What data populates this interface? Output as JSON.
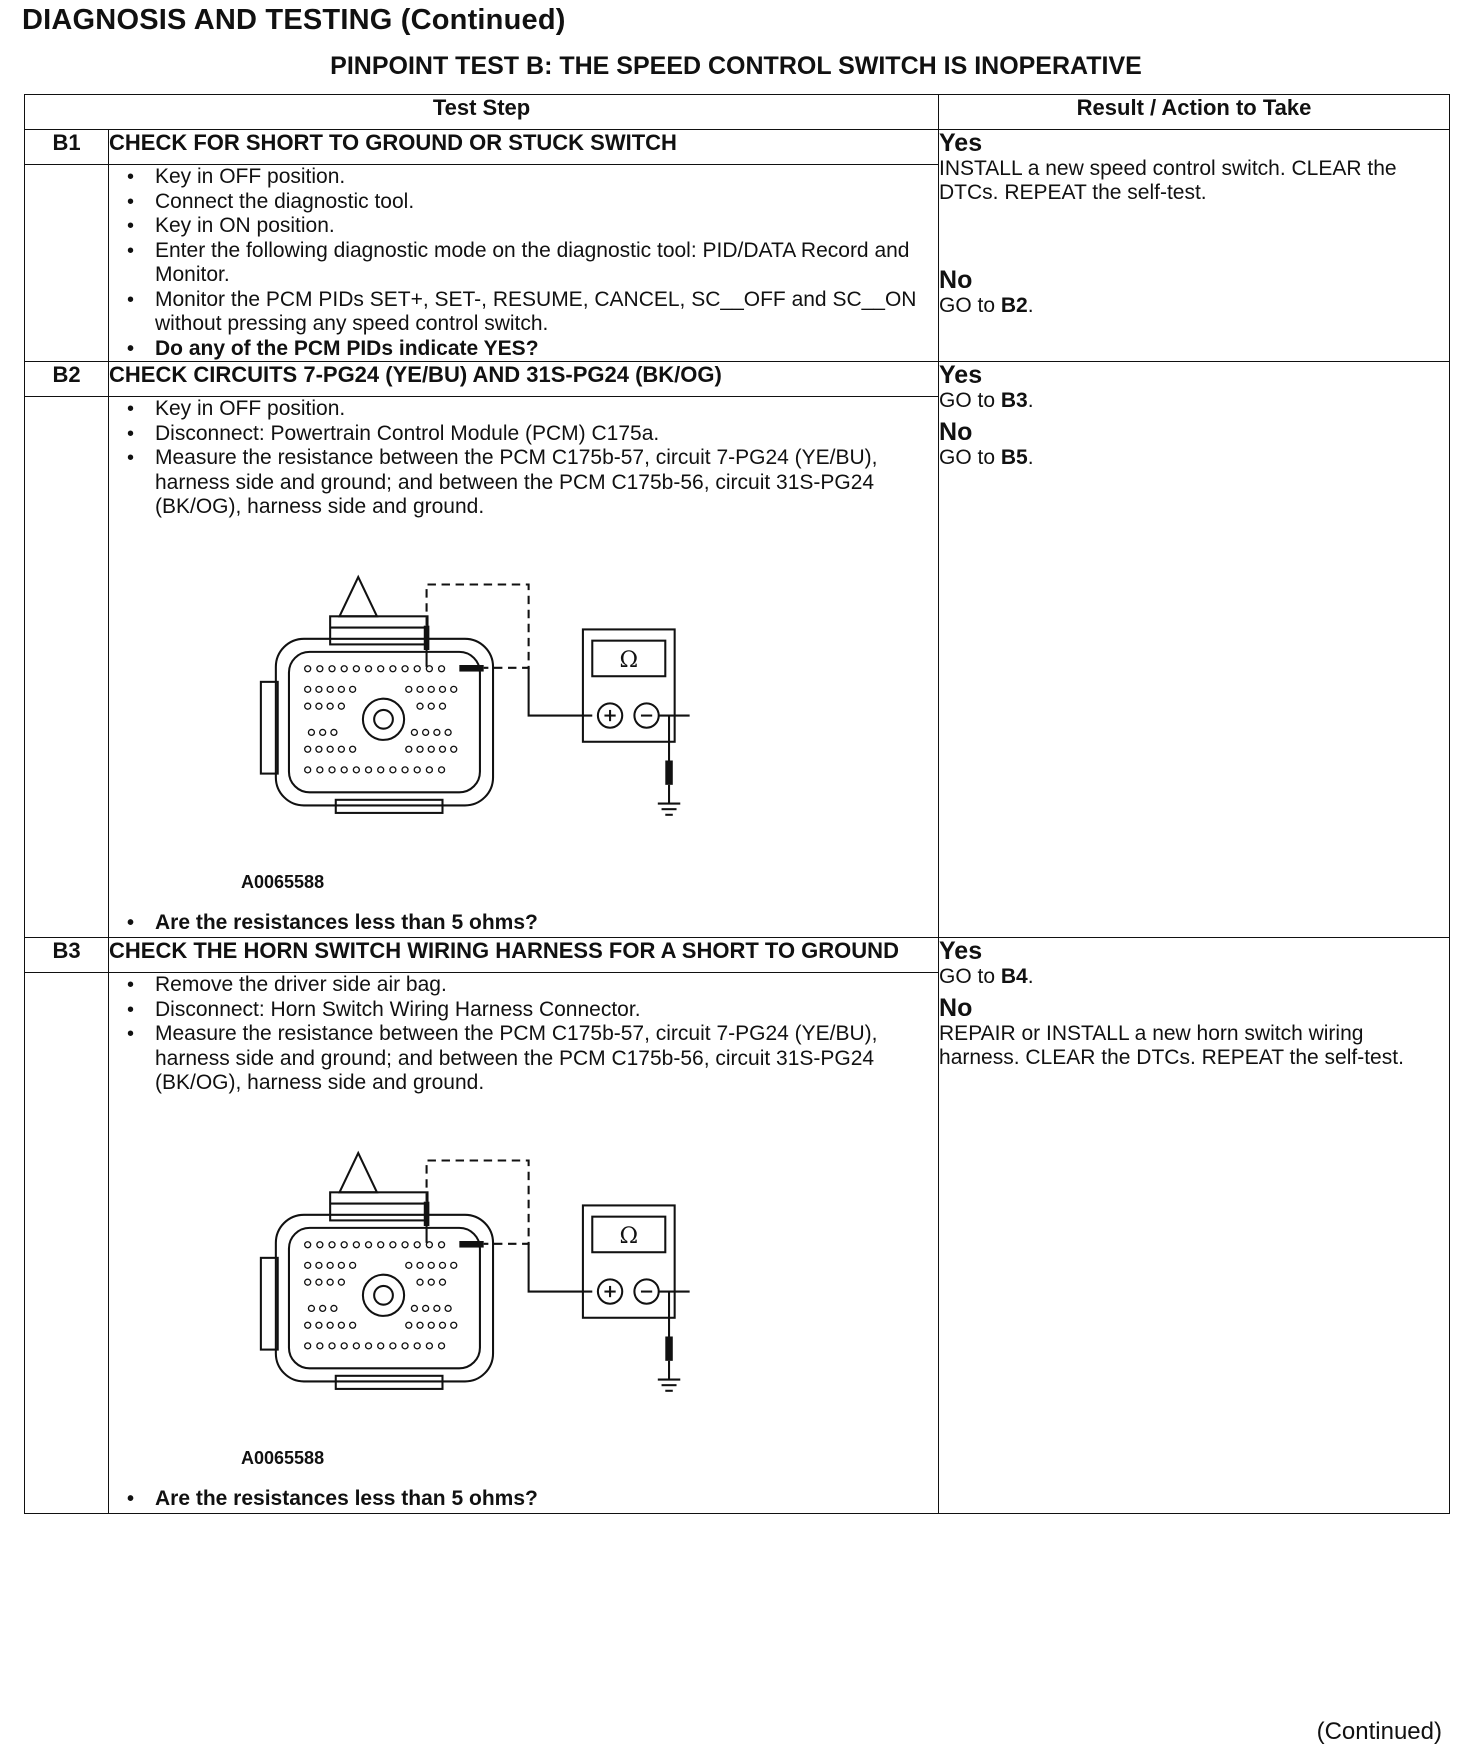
{
  "page": {
    "heading": "DIAGNOSIS AND TESTING (Continued)",
    "test_title": "PINPOINT TEST  B: THE SPEED CONTROL SWITCH IS INOPERATIVE",
    "footer": "(Continued)"
  },
  "table": {
    "col_step": "Test Step",
    "col_result": "Result / Action to Take"
  },
  "steps": [
    {
      "id": "B1",
      "title": "CHECK FOR SHORT TO GROUND OR STUCK SWITCH",
      "bullets": [
        "Key in OFF position.",
        "Connect the diagnostic tool.",
        "Key in ON position.",
        "Enter the following diagnostic mode on the diagnostic tool: PID/DATA Record and Monitor.",
        "Monitor the PCM PIDs SET+, SET-, RESUME, CANCEL, SC__OFF and SC__ON without pressing any speed control switch."
      ],
      "question": "Do any of the PCM PIDs indicate YES?",
      "yes_label": "Yes",
      "yes_text": "INSTALL a new speed control switch. CLEAR the DTCs. REPEAT the self-test.",
      "no_label": "No",
      "no_pre": "GO to ",
      "no_ref": "B2",
      "no_post": "."
    },
    {
      "id": "B2",
      "title": "CHECK CIRCUITS 7-PG24 (YE/BU) AND 31S-PG24 (BK/OG)",
      "bullets": [
        "Key in OFF position.",
        "Disconnect: Powertrain Control Module (PCM) C175a.",
        "Measure the resistance between the PCM C175b-57, circuit 7-PG24 (YE/BU), harness side and ground; and between the PCM C175b-56, circuit 31S-PG24 (BK/OG), harness side and ground."
      ],
      "figure_id": "A0065588",
      "meter_symbol": "Ω",
      "question": "Are the resistances less than 5 ohms?",
      "yes_label": "Yes",
      "yes_pre": "GO to ",
      "yes_ref": "B3",
      "yes_post": ".",
      "no_label": "No",
      "no_pre": "GO to ",
      "no_ref": "B5",
      "no_post": "."
    },
    {
      "id": "B3",
      "title": "CHECK THE HORN SWITCH WIRING HARNESS FOR A SHORT TO GROUND",
      "bullets": [
        "Remove the driver side air bag.",
        "Disconnect: Horn Switch Wiring Harness Connector.",
        "Measure the resistance between the PCM C175b-57, circuit 7-PG24 (YE/BU), harness side and ground; and between the PCM C175b-56, circuit 31S-PG24 (BK/OG), harness side and ground."
      ],
      "figure_id": "A0065588",
      "meter_symbol": "Ω",
      "question": "Are the resistances less than 5 ohms?",
      "yes_label": "Yes",
      "yes_pre": "GO to ",
      "yes_ref": "B4",
      "yes_post": ".",
      "no_label": "No",
      "no_text": "REPAIR or INSTALL a new horn switch wiring harness. CLEAR the DTCs. REPEAT the self-test."
    }
  ]
}
